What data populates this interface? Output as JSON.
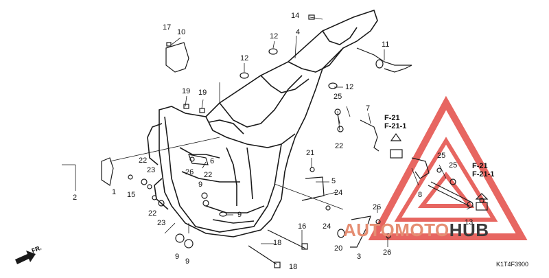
{
  "diagram": {
    "callouts": [
      "14",
      "4",
      "17",
      "10",
      "12",
      "12",
      "11",
      "12",
      "19",
      "19",
      "25",
      "7",
      "15",
      "1",
      "2",
      "22",
      "23",
      "22",
      "23",
      "26",
      "6",
      "9",
      "22",
      "9",
      "9",
      "9",
      "21",
      "5",
      "24",
      "24",
      "16",
      "18",
      "18",
      "20",
      "3",
      "26",
      "26",
      "25",
      "25",
      "8",
      "13",
      "22",
      "F-21",
      "F-21-1",
      "F-21",
      "F-21-1"
    ],
    "ref_labels": [
      {
        "a": "F-21",
        "b": "F-21-1"
      },
      {
        "a": "F-21",
        "b": "F-21-1"
      }
    ],
    "front_label": "FR.",
    "doc_code": "K1T4F3900"
  },
  "watermark": {
    "part1": "AUTOMOTO",
    "part2": "HUB",
    "color1": "#e58d72",
    "color2": "#3b3b3b"
  },
  "colors": {
    "line": "#1a1a1a",
    "watermark_triangle": "#e0342d"
  }
}
